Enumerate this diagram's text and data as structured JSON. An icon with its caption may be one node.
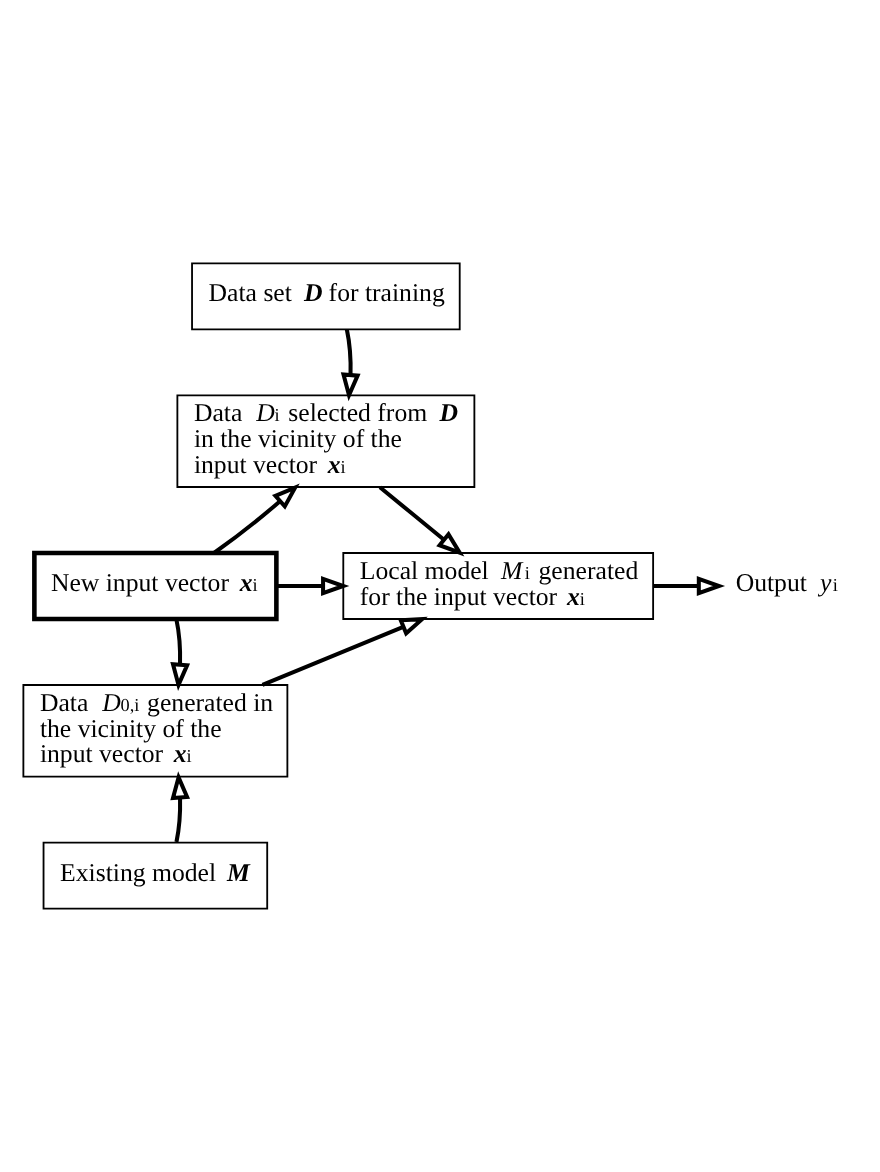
{
  "diagram": {
    "nodes": [
      {
        "text": [
          "Data set **D** for training"
        ]
      },
      {
        "text": [
          "Data *D*$_{i}$ selected from **D** in the vicinity of the input vector **x**$_{i}$"
        ]
      },
      {
        "text": [
          "New input vector **x**$_{i}$"
        ]
      },
      {
        "text": [
          "Local model *M*$_{i}$ generated for the input vector **x**$_{i}$"
        ]
      },
      {
        "text": [
          "Data *D*$_{0,i}$ generated in the vicinity of the input vector **x**$_{i}$"
        ]
      },
      {
        "text": [
          "Existing model **M**"
        ]
      },
      {
        "text": [
          "Output *y*$_{i}$"
        ]
      }
    ],
    "edges": [
      {
        "from": 0,
        "to": 1,
        "arrow": "to"
      },
      {
        "from": 2,
        "to": 1,
        "arrow": "to"
      },
      {
        "from": 1,
        "to": 3,
        "arrow": "to"
      },
      {
        "from": 2,
        "to": 3,
        "arrow": "to"
      },
      {
        "from": 2,
        "to": 4,
        "arrow": "to"
      },
      {
        "from": 5,
        "to": 4,
        "arrow": "to"
      },
      {
        "from": 4,
        "to": 3,
        "arrow": "to"
      },
      {
        "from": 3,
        "to": 6,
        "arrow": "to"
      }
    ]
  }
}
